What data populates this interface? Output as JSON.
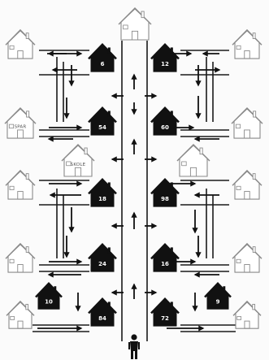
{
  "houses": [
    {
      "name": "house-top-center",
      "label": "",
      "color": "white"
    },
    {
      "name": "house-left-1",
      "label": "",
      "color": "white"
    },
    {
      "name": "house-right-1",
      "label": "",
      "color": "white"
    },
    {
      "name": "house-dark-6l",
      "label": "6",
      "color": "black"
    },
    {
      "name": "house-dark-6r",
      "label": "12",
      "color": "black"
    },
    {
      "name": "house-left-spar",
      "label": "SPAR",
      "color": "white"
    },
    {
      "name": "house-right-2",
      "label": "",
      "color": "white"
    },
    {
      "name": "house-dark-54",
      "label": "54",
      "color": "black"
    },
    {
      "name": "house-dark-60",
      "label": "60",
      "color": "black"
    },
    {
      "name": "house-center-skole",
      "label": "SKOLE",
      "color": "white"
    },
    {
      "name": "house-center-right",
      "label": "",
      "color": "white"
    },
    {
      "name": "house-left-3",
      "label": "",
      "color": "white"
    },
    {
      "name": "house-right-3",
      "label": "",
      "color": "white"
    },
    {
      "name": "house-dark-18",
      "label": "18",
      "color": "black"
    },
    {
      "name": "house-dark-98",
      "label": "98",
      "color": "black"
    },
    {
      "name": "house-left-4",
      "label": "",
      "color": "white"
    },
    {
      "name": "house-right-4",
      "label": "",
      "color": "white"
    },
    {
      "name": "house-dark-24",
      "label": "24",
      "color": "black"
    },
    {
      "name": "house-dark-16",
      "label": "16",
      "color": "black"
    },
    {
      "name": "house-dark-10",
      "label": "10",
      "color": "black"
    },
    {
      "name": "house-dark-9",
      "label": "9",
      "color": "black"
    },
    {
      "name": "house-left-5",
      "label": "",
      "color": "white"
    },
    {
      "name": "house-right-5",
      "label": "",
      "color": "white"
    },
    {
      "name": "house-dark-84",
      "label": "84",
      "color": "black"
    },
    {
      "name": "house-dark-72",
      "label": "72",
      "color": "black"
    }
  ],
  "figure": {
    "name": "person-figure"
  },
  "colors": {
    "ink": "#111111",
    "outline": "#8a8a8a",
    "road": "#1a1a1a",
    "background": "#fbfbfb"
  }
}
